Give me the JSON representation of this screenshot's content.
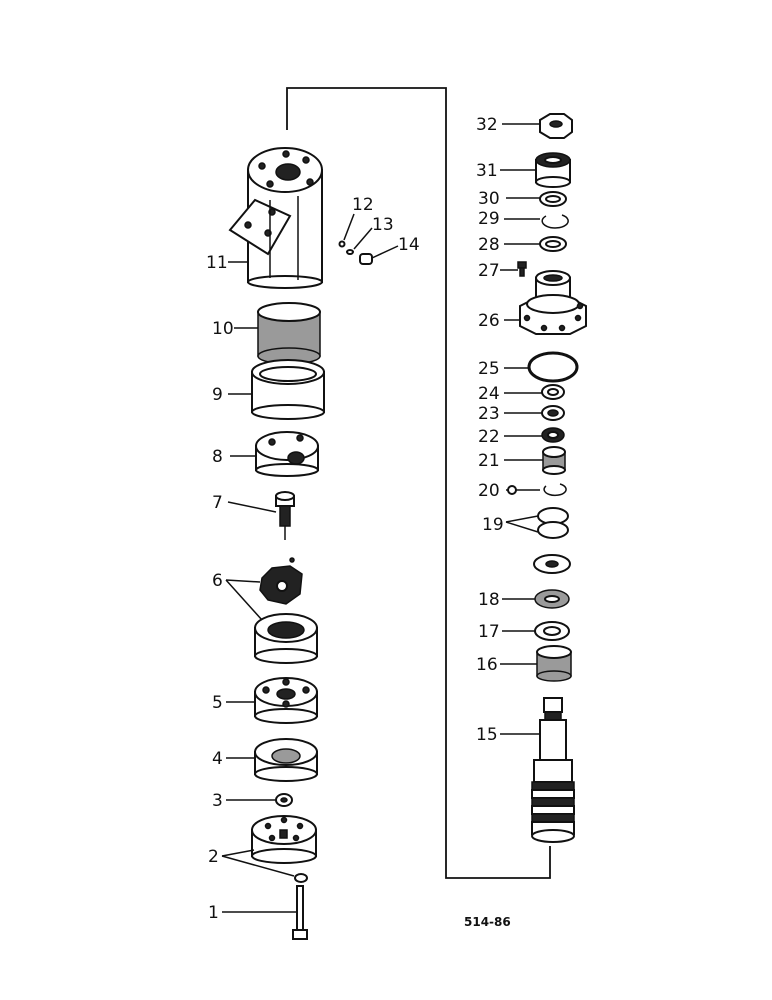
{
  "labels": {
    "p1": "1",
    "p2": "2",
    "p3": "3",
    "p4": "4",
    "p5": "5",
    "p6": "6",
    "p7": "7",
    "p8": "8",
    "p9": "9",
    "p10": "10",
    "p11": "11",
    "p12": "12",
    "p13": "13",
    "p14": "14",
    "p15": "15",
    "p16": "16",
    "p17": "17",
    "p18": "18",
    "p19": "19",
    "p20": "20",
    "p21": "21",
    "p22": "22",
    "p23": "23",
    "p24": "24",
    "p25": "25",
    "p26": "26",
    "p27": "27",
    "p28": "28",
    "p29": "29",
    "p30": "30",
    "p31": "31",
    "p32": "32"
  },
  "figure_code": "514-86"
}
